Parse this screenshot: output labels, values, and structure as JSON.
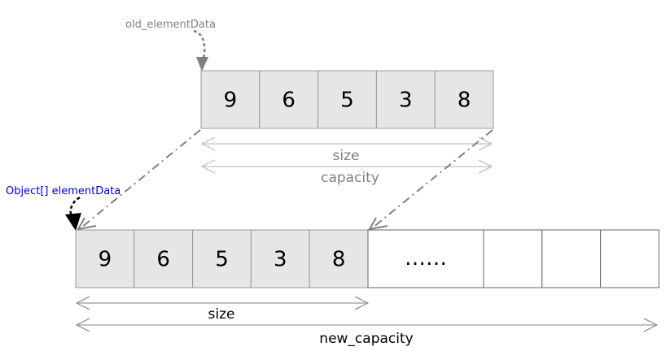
{
  "labels": {
    "old_pointer": "old_elementData",
    "new_pointer": "Object[] elementData",
    "old_size": "size",
    "old_capacity": "capacity",
    "new_size": "size",
    "new_capacity": "new_capacity",
    "ellipsis": "……"
  },
  "old_array": {
    "values": [
      "9",
      "6",
      "5",
      "3",
      "8"
    ]
  },
  "new_array": {
    "values": [
      "9",
      "6",
      "5",
      "3",
      "8"
    ],
    "empty_slot_count": 3
  },
  "colors": {
    "filled_cell": "#e6e6e6",
    "empty_cell": "#ffffff",
    "cell_border": "#999999",
    "old_pointer_text": "#808080",
    "new_pointer_text": "#0000cc",
    "dim_gray": "#808080",
    "dim_light": "#b3b3b3"
  }
}
